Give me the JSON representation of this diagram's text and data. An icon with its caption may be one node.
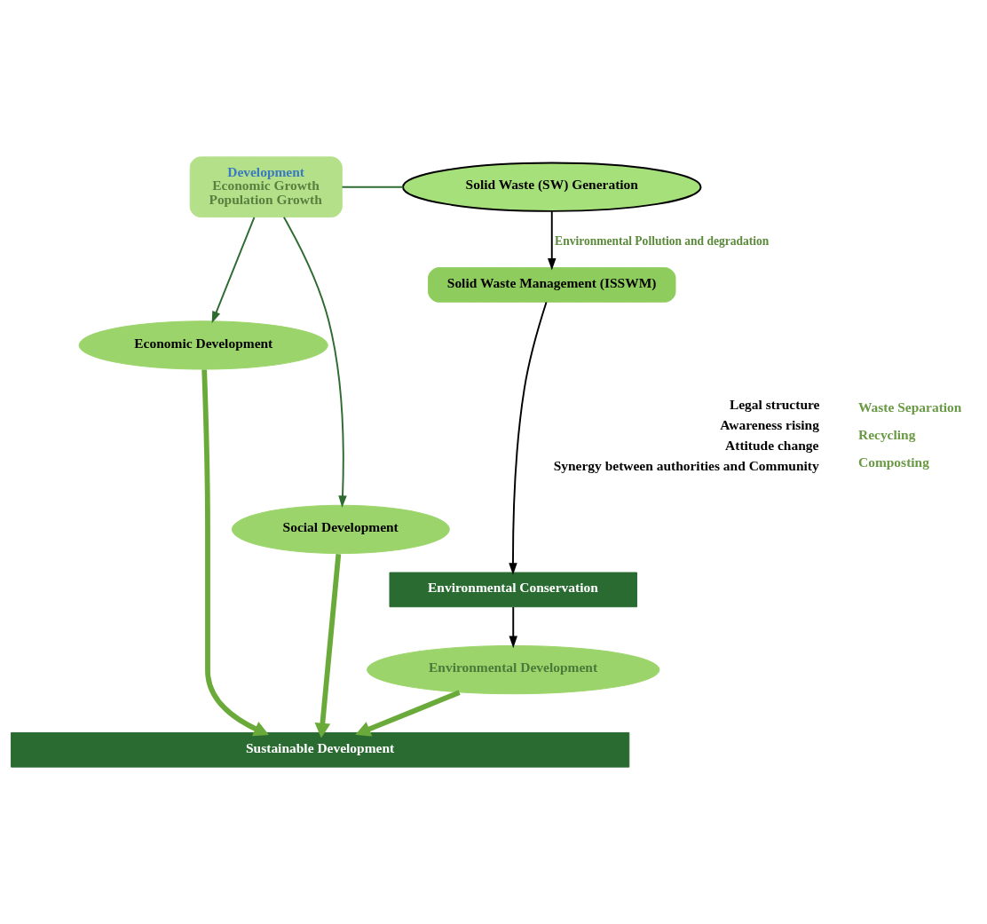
{
  "diagram": {
    "nodes": [
      {
        "text": [
          "Development",
          "Economic Growth",
          "Population Growth"
        ]
      },
      {
        "text": [
          "Solid Waste (SW) Generation"
        ]
      },
      {
        "text": [
          "Solid Waste Management (ISSWM)"
        ]
      },
      {
        "text": [
          "Environmental Conservation"
        ]
      },
      {
        "text": [
          "Economic Development"
        ]
      },
      {
        "text": [
          "Social Development"
        ]
      },
      {
        "text": [
          "Environmental Development"
        ]
      },
      {
        "text": [
          "Sustainable Development"
        ]
      }
    ],
    "edges": [
      {
        "from": 0,
        "to": 1,
        "arrow": "none",
        "color": "#2e6b30"
      },
      {
        "from": 1,
        "to": 2,
        "arrow": "to",
        "label": "Environmental Pollution and degradation",
        "color": "#000000"
      },
      {
        "from": 2,
        "to": 3,
        "arrow": "to",
        "color": "#000000"
      },
      {
        "from": 3,
        "to": 6,
        "arrow": "to",
        "color": "#000000"
      },
      {
        "from": 0,
        "to": 4,
        "arrow": "to",
        "color": "#2e6b30"
      },
      {
        "from": 0,
        "to": 5,
        "arrow": "to",
        "color": "#2e6b30"
      },
      {
        "from": 4,
        "to": 7,
        "arrow": "to",
        "style": "thick",
        "color": "#6aaa3a"
      },
      {
        "from": 5,
        "to": 7,
        "arrow": "to",
        "style": "thick",
        "color": "#6aaa3a"
      },
      {
        "from": 6,
        "to": 7,
        "arrow": "to",
        "style": "thick",
        "color": "#6aaa3a"
      }
    ],
    "labels": [
      "Legal structure",
      "Awareness rising",
      "Attitude change",
      "Synergy between authorities and Community",
      "Waste Separation",
      "Recycling",
      "Composting"
    ]
  }
}
